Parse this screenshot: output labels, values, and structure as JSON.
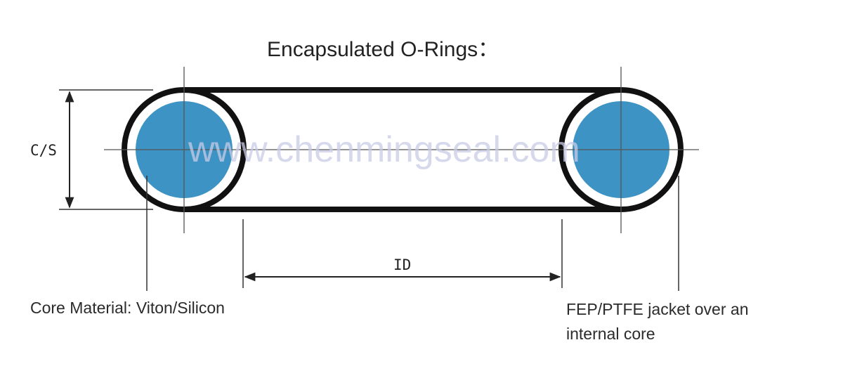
{
  "title": "Encapsulated O-Rings：",
  "watermark": "www.chenmingseal.com",
  "labels": {
    "cross_section": "C/S",
    "inner_diameter": "ID"
  },
  "callouts": {
    "core_material": "Core Material: Viton/Silicon",
    "jacket_line1": "FEP/PTFE jacket over an",
    "jacket_line2": "internal core"
  },
  "colors": {
    "core": "#3d94c4",
    "outline": "#111111",
    "dimension_line": "#333333",
    "watermark": "#c9cbe6"
  }
}
